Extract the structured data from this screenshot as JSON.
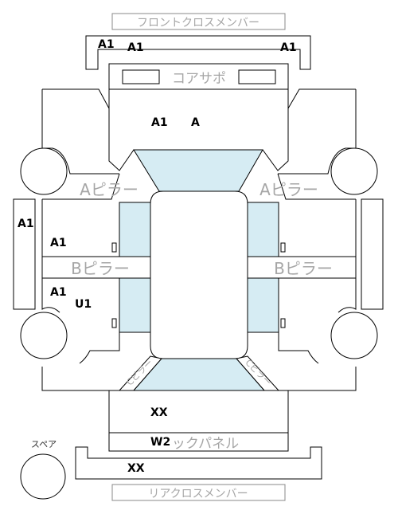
{
  "colors": {
    "glass": "#d6ecf3",
    "outline": "#000000",
    "part_label": "#a6a6a6"
  },
  "parts": {
    "front_cross_member": "フロントクロスメンバー",
    "core_support": "コアサポ",
    "a_pillar_left": "Aピラー",
    "a_pillar_right": "Aピラー",
    "b_pillar_left": "Bピラー",
    "b_pillar_right": "Bピラー",
    "c_pillar_left": "Cピラー",
    "c_pillar_right": "Cピラー",
    "back_panel": "ックパネル",
    "rear_cross_member": "リアクロスメンバー",
    "spare": "スペア"
  },
  "marks": {
    "front_cross_member_left_top": "A1",
    "front_cross_member_left": "A1",
    "front_cross_member_right": "A1",
    "hood_1": "A1",
    "hood_2": "A",
    "left_rocker": "A1",
    "left_front_door": "A1",
    "left_rear_door_1": "A1",
    "left_rear_door_2": "U1",
    "trunk": "XX",
    "back_panel": "W2",
    "rear_cross_member": "XX"
  }
}
